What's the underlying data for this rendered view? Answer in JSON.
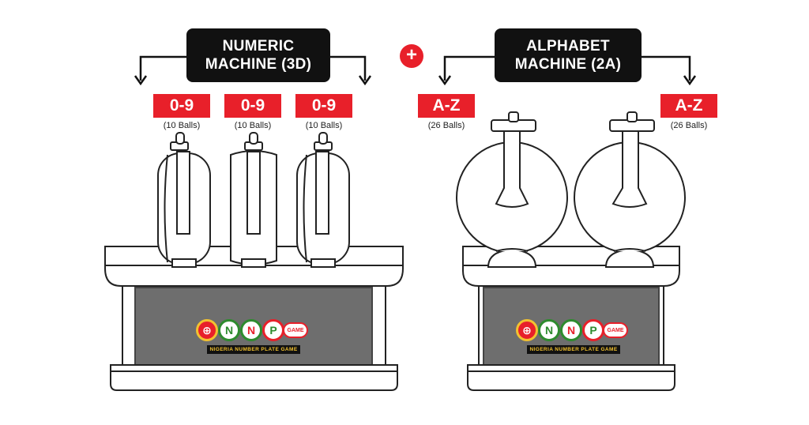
{
  "numeric_machine": {
    "title_line1": "NUMERIC",
    "title_line2": "MACHINE (3D)",
    "drums": [
      {
        "tag": "0-9",
        "count": "(10 Balls)"
      },
      {
        "tag": "0-9",
        "count": "(10 Balls)"
      },
      {
        "tag": "0-9",
        "count": "(10 Balls)"
      }
    ]
  },
  "plus_symbol": "+",
  "alphabet_machine": {
    "title_line1": "ALPHABET",
    "title_line2": "MACHINE (2A)",
    "globes": [
      {
        "tag": "A-Z",
        "count": "(26 Balls)"
      },
      {
        "tag": "A-Z",
        "count": "(26 Balls)"
      }
    ]
  },
  "logo": {
    "letters": [
      "N",
      "N",
      "P"
    ],
    "badge": "GAME",
    "strip_text": "NIGERIA NUMBER PLATE GAME"
  },
  "colors": {
    "accent_red": "#e8202a",
    "label_black": "#111111",
    "panel_gray": "#6e6e6e",
    "logo_green": "#2e8b2e",
    "logo_gold": "#f2c230"
  }
}
